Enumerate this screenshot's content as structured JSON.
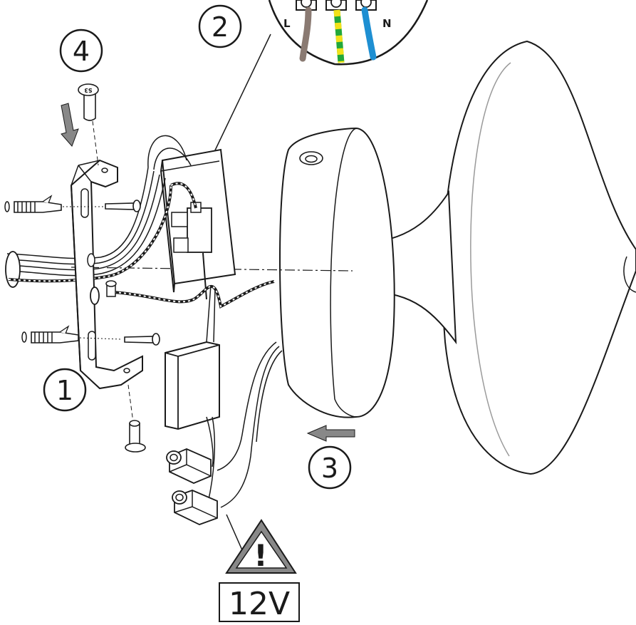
{
  "steps": {
    "one": "1",
    "two": "2",
    "three": "3",
    "four": "4"
  },
  "terminals": {
    "left": "L",
    "right": "N"
  },
  "screw_marking": "S3",
  "warning": {
    "symbol": "!",
    "voltage": "12V"
  },
  "colors": {
    "line": "#1a1a1a",
    "wire_brown": "#8a7a72",
    "wire_earth_green": "#22a83a",
    "wire_earth_yellow": "#f2e21a",
    "wire_blue": "#1e8fd2",
    "arrow_grey": "#8c8c8c",
    "warning_fill": "#888888"
  },
  "icons": [
    "warning-triangle-icon",
    "direction-arrow-icon",
    "screw-icon",
    "wall-plug-icon"
  ]
}
